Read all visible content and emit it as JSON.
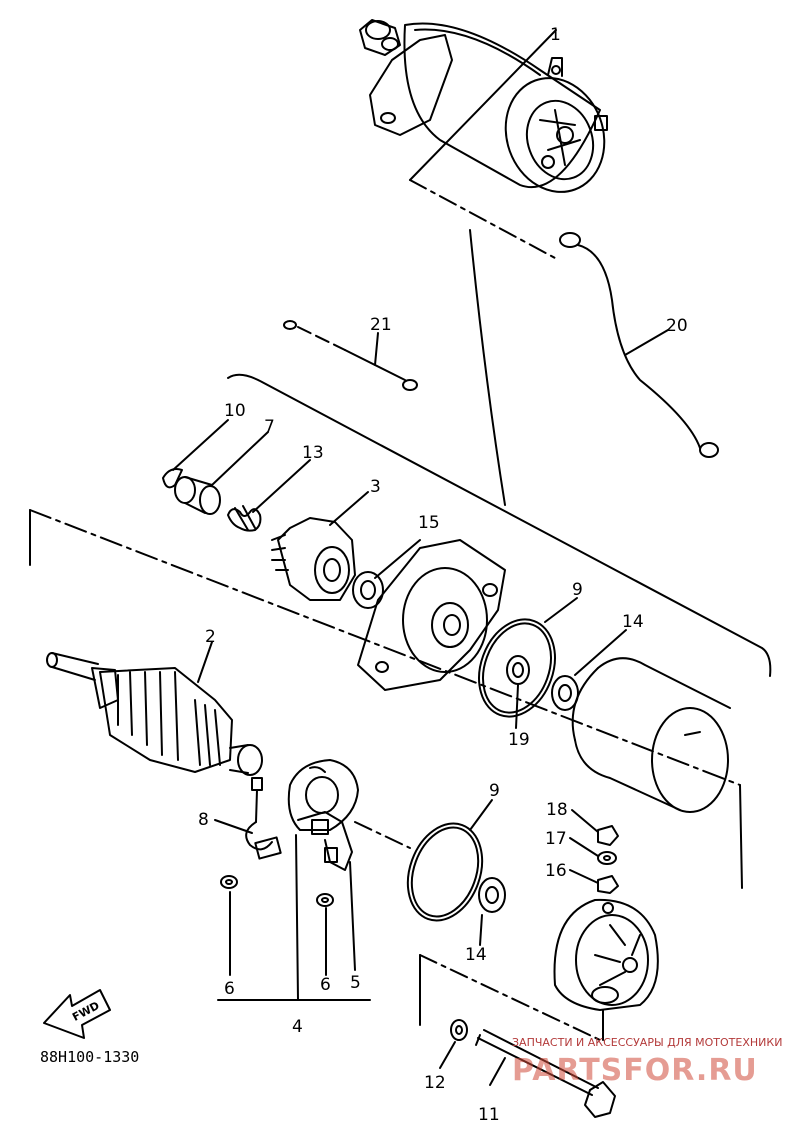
{
  "diagram": {
    "code": "88H100-1330",
    "fwd_label": "FWD",
    "callouts": {
      "c1": "1",
      "c20": "20",
      "c21": "21",
      "c10": "10",
      "c7": "7",
      "c13": "13",
      "c3": "3",
      "c15": "15",
      "c2": "2",
      "c9a": "9",
      "c14a": "14",
      "c19": "19",
      "c8": "8",
      "c18": "18",
      "c17": "17",
      "c16": "16",
      "c9b": "9",
      "c14b": "14",
      "c6a": "6",
      "c6b": "6",
      "c5": "5",
      "c4": "4",
      "c12": "12",
      "c11": "11"
    }
  },
  "watermark": {
    "tagline": "ЗАПЧАСТИ И АКСЕССУАРЫ ДЛЯ МОТОТЕХНИКИ",
    "brand": "PARTSFOR.RU",
    "color": "#d04a3a"
  },
  "colors": {
    "ink": "#000000",
    "paper": "#ffffff"
  }
}
